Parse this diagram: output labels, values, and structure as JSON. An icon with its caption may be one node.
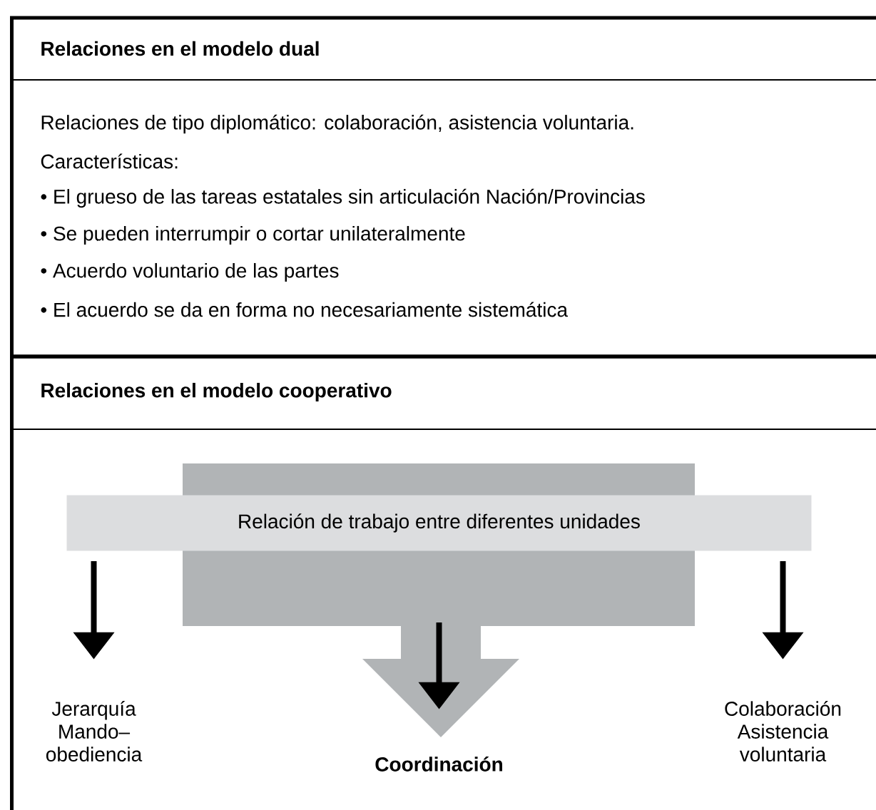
{
  "diagram": {
    "nodes": [
      {
        "text": [
          "Relaciones en el modelo dual",
          "Relaciones de tipo diplomático: colaboración, asistencia voluntaria.",
          "Características:",
          "• El grueso de las tareas estatales sin articulación Nación/Provincias",
          "• Se pueden interrumpir o cortar unilateralmente",
          "• Acuerdo voluntario de las partes",
          "• El acuerdo se da en forma no necesariamente sistemática"
        ]
      },
      {
        "text": [
          "Relaciones en el modelo cooperativo"
        ]
      },
      {
        "text": [
          "Relación de trabajo entre diferentes unidades"
        ],
        "in": 1
      },
      {
        "text": [
          "Jerarquía Mando– obediencia"
        ],
        "in": 1
      },
      {
        "text": [
          "Coordinación"
        ],
        "in": 1
      },
      {
        "text": [
          "Colaboración Asistencia voluntaria"
        ],
        "in": 1
      }
    ],
    "edges": [
      {
        "from": 2,
        "to": 3,
        "arrow": "to"
      },
      {
        "from": 2,
        "to": 4,
        "arrow": "to"
      },
      {
        "from": 2,
        "to": 5,
        "arrow": "to"
      }
    ]
  }
}
